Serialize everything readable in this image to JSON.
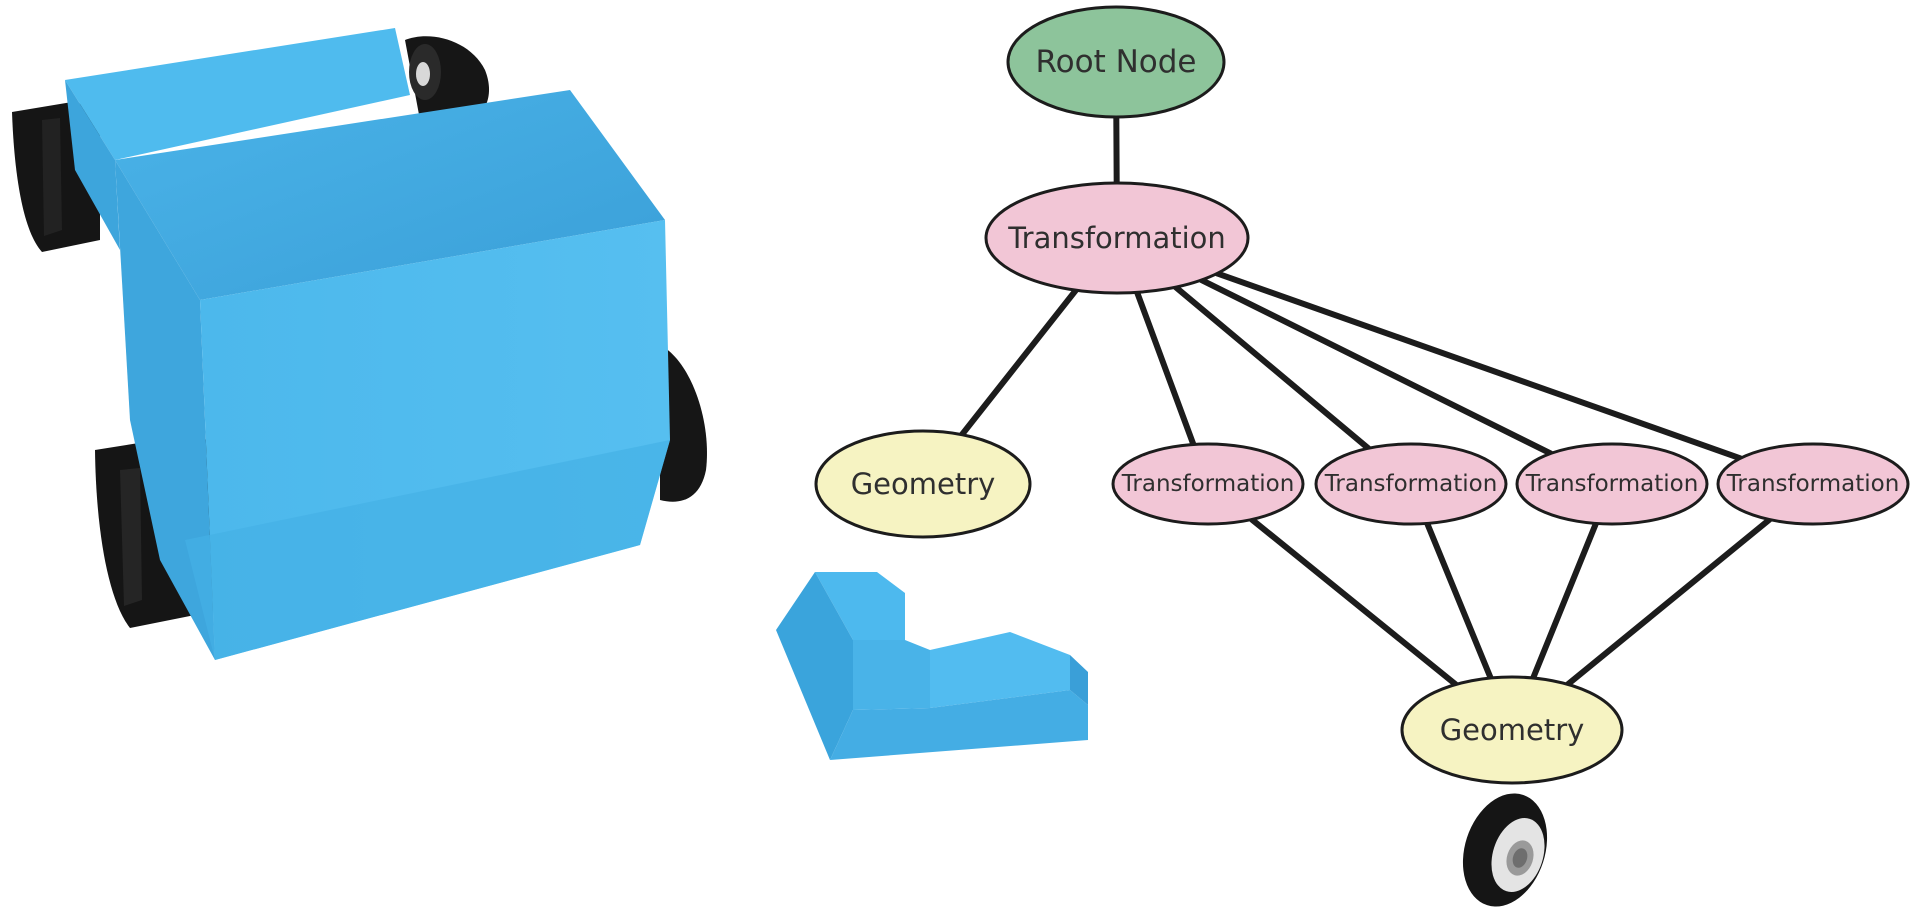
{
  "colors": {
    "root": "#8dc49b",
    "transformation": "#f2c6d6",
    "geometry": "#f6f3c2",
    "car_body": "#4db8ec",
    "wheel": "#161616"
  },
  "nodes": {
    "root": {
      "label": "Root Node",
      "kind": "root"
    },
    "transform_main": {
      "label": "Transformation",
      "kind": "transformation"
    },
    "geometry_body": {
      "label": "Geometry",
      "kind": "geometry"
    },
    "transform_wheel_1": {
      "label": "Transformation",
      "kind": "transformation"
    },
    "transform_wheel_2": {
      "label": "Transformation",
      "kind": "transformation"
    },
    "transform_wheel_3": {
      "label": "Transformation",
      "kind": "transformation"
    },
    "transform_wheel_4": {
      "label": "Transformation",
      "kind": "transformation"
    },
    "geometry_wheel": {
      "label": "Geometry",
      "kind": "geometry"
    }
  },
  "edges": [
    [
      "root",
      "transform_main"
    ],
    [
      "transform_main",
      "geometry_body"
    ],
    [
      "transform_main",
      "transform_wheel_1"
    ],
    [
      "transform_main",
      "transform_wheel_2"
    ],
    [
      "transform_main",
      "transform_wheel_3"
    ],
    [
      "transform_main",
      "transform_wheel_4"
    ],
    [
      "transform_wheel_1",
      "geometry_wheel"
    ],
    [
      "transform_wheel_2",
      "geometry_wheel"
    ],
    [
      "transform_wheel_3",
      "geometry_wheel"
    ],
    [
      "transform_wheel_4",
      "geometry_wheel"
    ]
  ],
  "illustrations": {
    "car": "toy-car-render",
    "body": "car-body-geometry",
    "wheel": "wheel-geometry"
  }
}
